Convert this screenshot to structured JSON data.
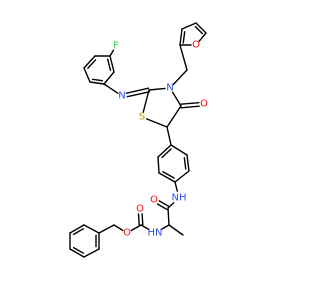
{
  "molecule": {
    "colors": {
      "bond": "#000000",
      "F": "#33cc33",
      "N": "#3050f8",
      "O": "#ff0d0d",
      "S": "#b2a000",
      "H": "#3050f8"
    },
    "labels": [
      {
        "id": "F",
        "text": "F",
        "element": "F"
      },
      {
        "id": "N_im",
        "text": "N",
        "element": "N"
      },
      {
        "id": "O_fur",
        "text": "O",
        "element": "O"
      },
      {
        "id": "N3",
        "text": "N",
        "element": "N"
      },
      {
        "id": "S",
        "text": "S",
        "element": "S"
      },
      {
        "id": "O_oxo",
        "text": "O",
        "element": "O"
      },
      {
        "id": "NH1",
        "text": "NH",
        "element": "N"
      },
      {
        "id": "O_am",
        "text": "O",
        "element": "O"
      },
      {
        "id": "HN2",
        "text": "HN",
        "element": "N"
      },
      {
        "id": "O_cb",
        "text": "O",
        "element": "O"
      },
      {
        "id": "O_est",
        "text": "O",
        "element": "O"
      }
    ]
  }
}
